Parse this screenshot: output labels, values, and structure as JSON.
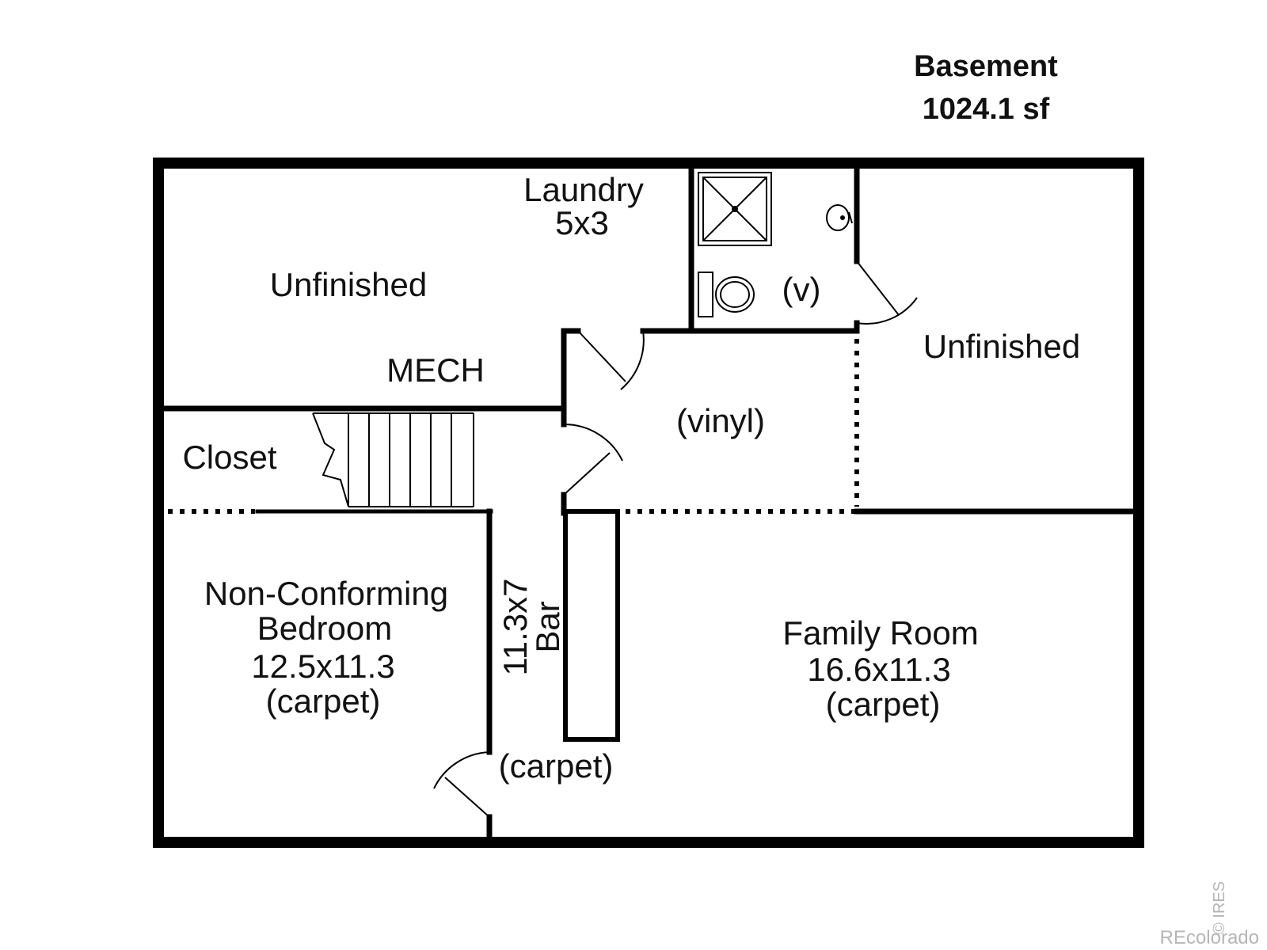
{
  "header": {
    "title": "Basement",
    "area": "1024.1 sf"
  },
  "rooms": {
    "unfinished_left": "Unfinished",
    "laundry_name": "Laundry",
    "laundry_dims": "5x3",
    "mech": "MECH",
    "bath_floor": "(v)",
    "unfinished_right": "Unfinished",
    "hall_floor": "(vinyl)",
    "closet": "Closet",
    "bedroom_line1": "Non-Conforming",
    "bedroom_line2": "Bedroom",
    "bedroom_dims": "12.5x11.3",
    "bedroom_floor": "(carpet)",
    "bar_dims": "11.3x7",
    "bar_name": "Bar",
    "bar_floor": "(carpet)",
    "family_name": "Family Room",
    "family_dims": "16.6x11.3",
    "family_floor": "(carpet)"
  },
  "watermarks": {
    "ires": "© IRES",
    "recolorado": "REcolorado"
  }
}
